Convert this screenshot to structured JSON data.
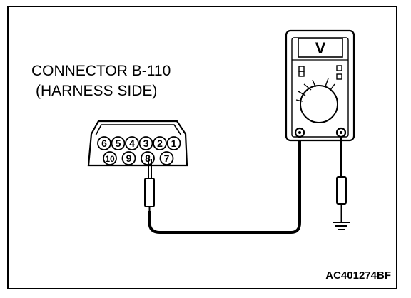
{
  "connector": {
    "title": "CONNECTOR B-110",
    "subtitle": "(HARNESS SIDE)",
    "pins_top": [
      "6",
      "5",
      "4",
      "3",
      "2",
      "1"
    ],
    "pins_bottom": [
      "10",
      "9",
      "8",
      "7"
    ]
  },
  "meter": {
    "mode_label": "V",
    "icon": "voltmeter-icon"
  },
  "ground": {
    "icon": "ground-symbol-icon"
  },
  "figure": {
    "id": "AC401274BF"
  }
}
